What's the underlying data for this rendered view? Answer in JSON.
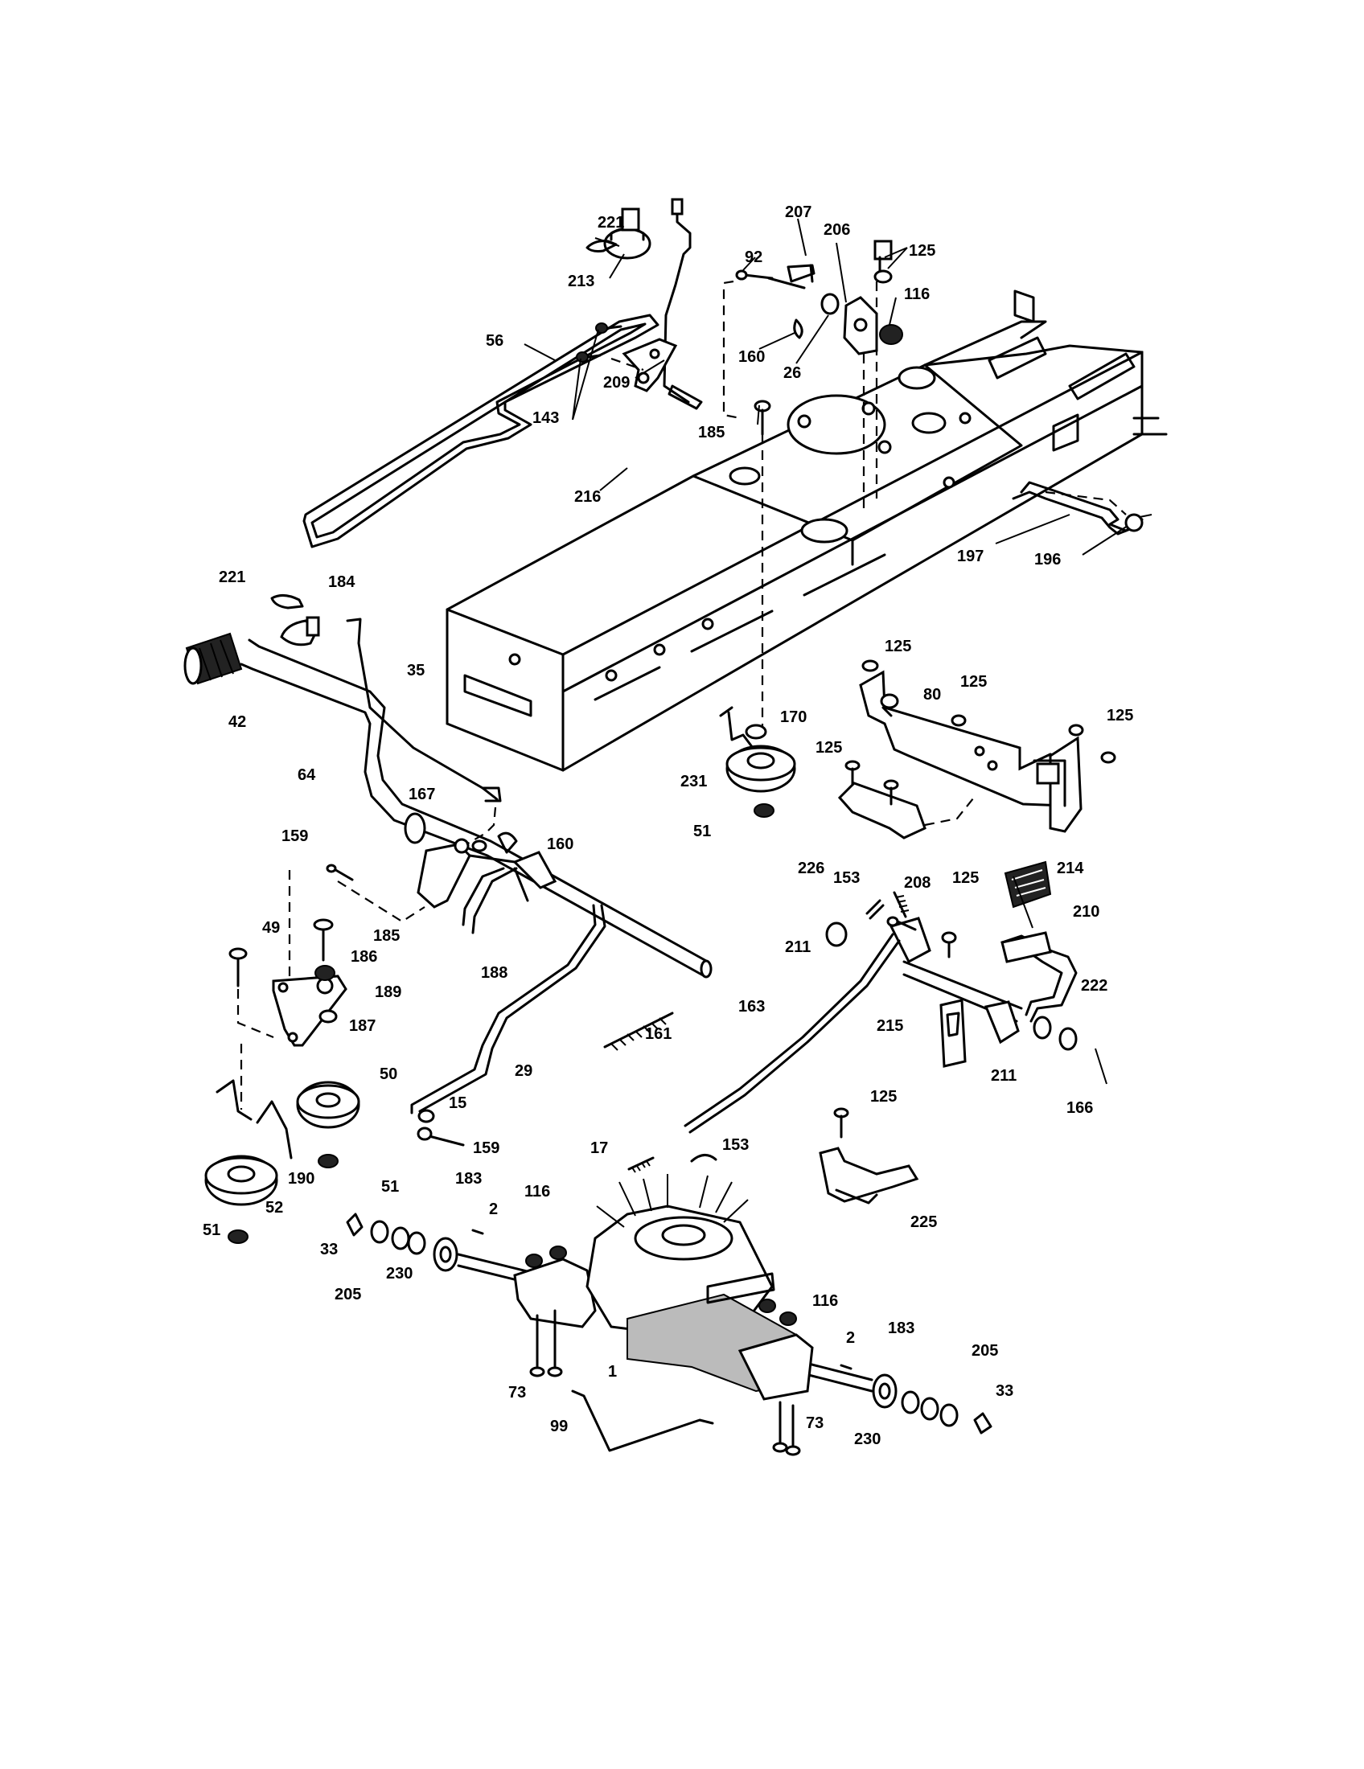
{
  "diagram": {
    "part_labels": [
      "221",
      "213",
      "92",
      "207",
      "206",
      "125",
      "116",
      "56",
      "160",
      "26",
      "209",
      "185",
      "143",
      "216",
      "197",
      "196",
      "221",
      "184",
      "42",
      "35",
      "125",
      "80",
      "125",
      "125",
      "170",
      "125",
      "231",
      "51",
      "226",
      "64",
      "167",
      "160",
      "159",
      "185",
      "186",
      "49",
      "189",
      "188",
      "187",
      "161",
      "50",
      "29",
      "15",
      "159",
      "51",
      "190",
      "52",
      "51",
      "214",
      "153",
      "208",
      "125",
      "210",
      "211",
      "163",
      "222",
      "215",
      "211",
      "166",
      "125",
      "17",
      "153",
      "183",
      "116",
      "225",
      "2",
      "33",
      "205",
      "230",
      "116",
      "183",
      "2",
      "205",
      "1",
      "73",
      "99",
      "230",
      "33",
      "73"
    ]
  }
}
